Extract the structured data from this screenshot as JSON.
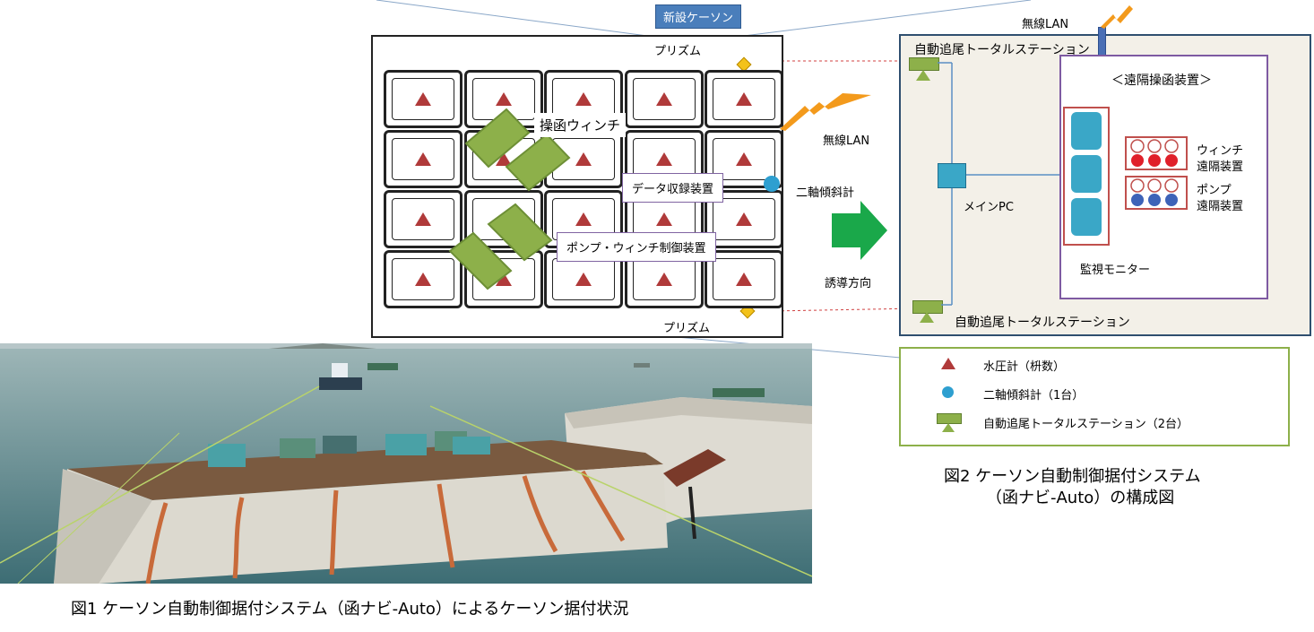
{
  "diagram": {
    "new_caisson": "新設ケーソン",
    "prism_top": "プリズム",
    "prism_bottom": "プリズム",
    "winch_label": "操函ウィンチ",
    "data_recorder": "データ収録装置",
    "pump_winch_control": "ポンプ・ウィンチ制御装置",
    "wireless_lan_left": "無線LAN",
    "tilt_meter": "二軸傾斜計",
    "guide_direction": "誘導方向"
  },
  "system": {
    "wireless_lan_top": "無線LAN",
    "total_station_top": "自動追尾トータルステーション",
    "total_station_bottom": "自動追尾トータルステーション",
    "remote_panel_title": "＜遠隔操函装置＞",
    "main_pc": "メインPC",
    "winch_remote": "ウィンチ",
    "winch_remote_2": "遠隔装置",
    "pump_remote": "ポンプ",
    "pump_remote_2": "遠隔装置",
    "monitor": "監視モニター"
  },
  "legend": {
    "water_gauge": "水圧計（枡数）",
    "tilt_meter": "二軸傾斜計（1台）",
    "total_station": "自動追尾トータルステーション（2台）"
  },
  "captions": {
    "fig1": "図1 ケーソン自動制御据付システム（函ナビ-Auto）によるケーソン据付状況",
    "fig2_line1": "図2 ケーソン自動制御据付システム",
    "fig2_line2": "（函ナビ-Auto）の構成図"
  },
  "colors": {
    "water_gauge": "#b03a3a",
    "tilt_meter": "#2e9fd0",
    "total_station": "#8db04a",
    "arrow": "#1aa84a",
    "lightning": "#f39a1c",
    "panel_bg": "#f3f0e8",
    "panel_border": "#2f4f6f",
    "remote_border": "#7e5aa2"
  },
  "icons": {
    "lightning": "lightning-icon",
    "arrow": "guide-arrow-icon",
    "prism": "prism-icon"
  }
}
